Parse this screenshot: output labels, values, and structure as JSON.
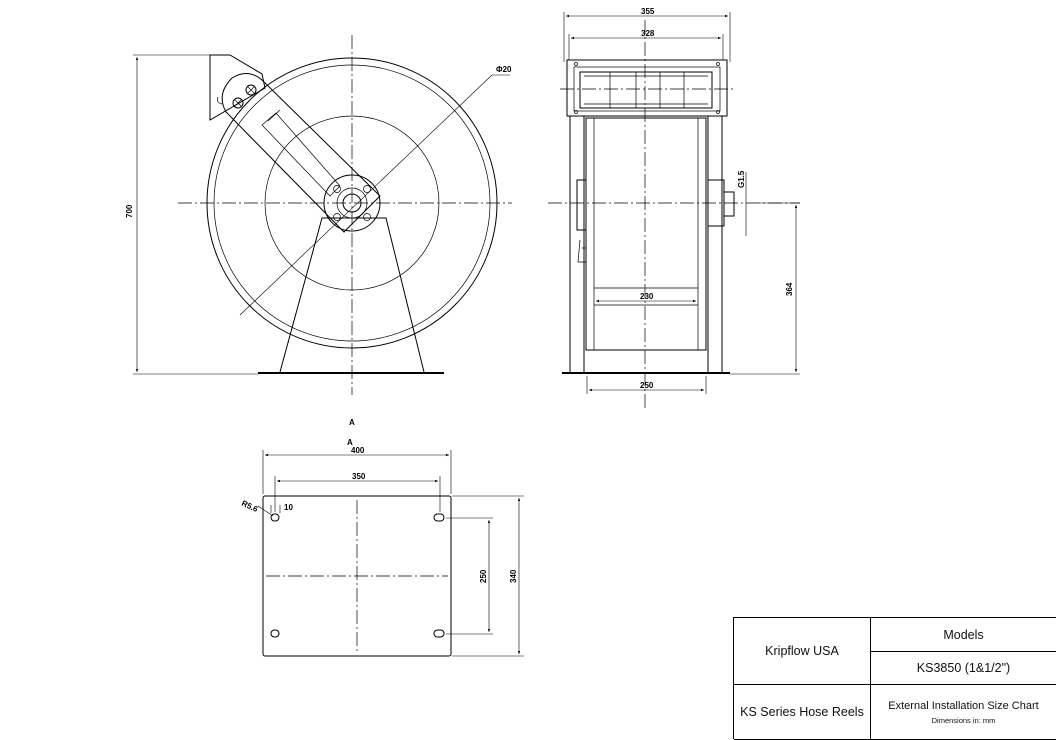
{
  "dimensions": {
    "front_height": "700",
    "drum_diameter": "Φ20",
    "top_width": "355",
    "top_inner_width": "328",
    "spindle": "G1.5",
    "axle_height": "364",
    "drum_width": "230",
    "base_width_side": "250",
    "base_width": "400",
    "hole_spacing_x": "350",
    "hole_spacing_y": "250",
    "base_depth": "340",
    "slot": "R5.6",
    "slot_length": "10"
  },
  "section_marks": [
    "A",
    "A"
  ],
  "title_block": {
    "company": "Kripflow USA",
    "series": "KS Series Hose Reels",
    "models_header": "Models",
    "model": "KS3850 (1&1/2\")",
    "chart_title": "External Installation Size Chart",
    "units_note": "Dimensions in: mm"
  }
}
